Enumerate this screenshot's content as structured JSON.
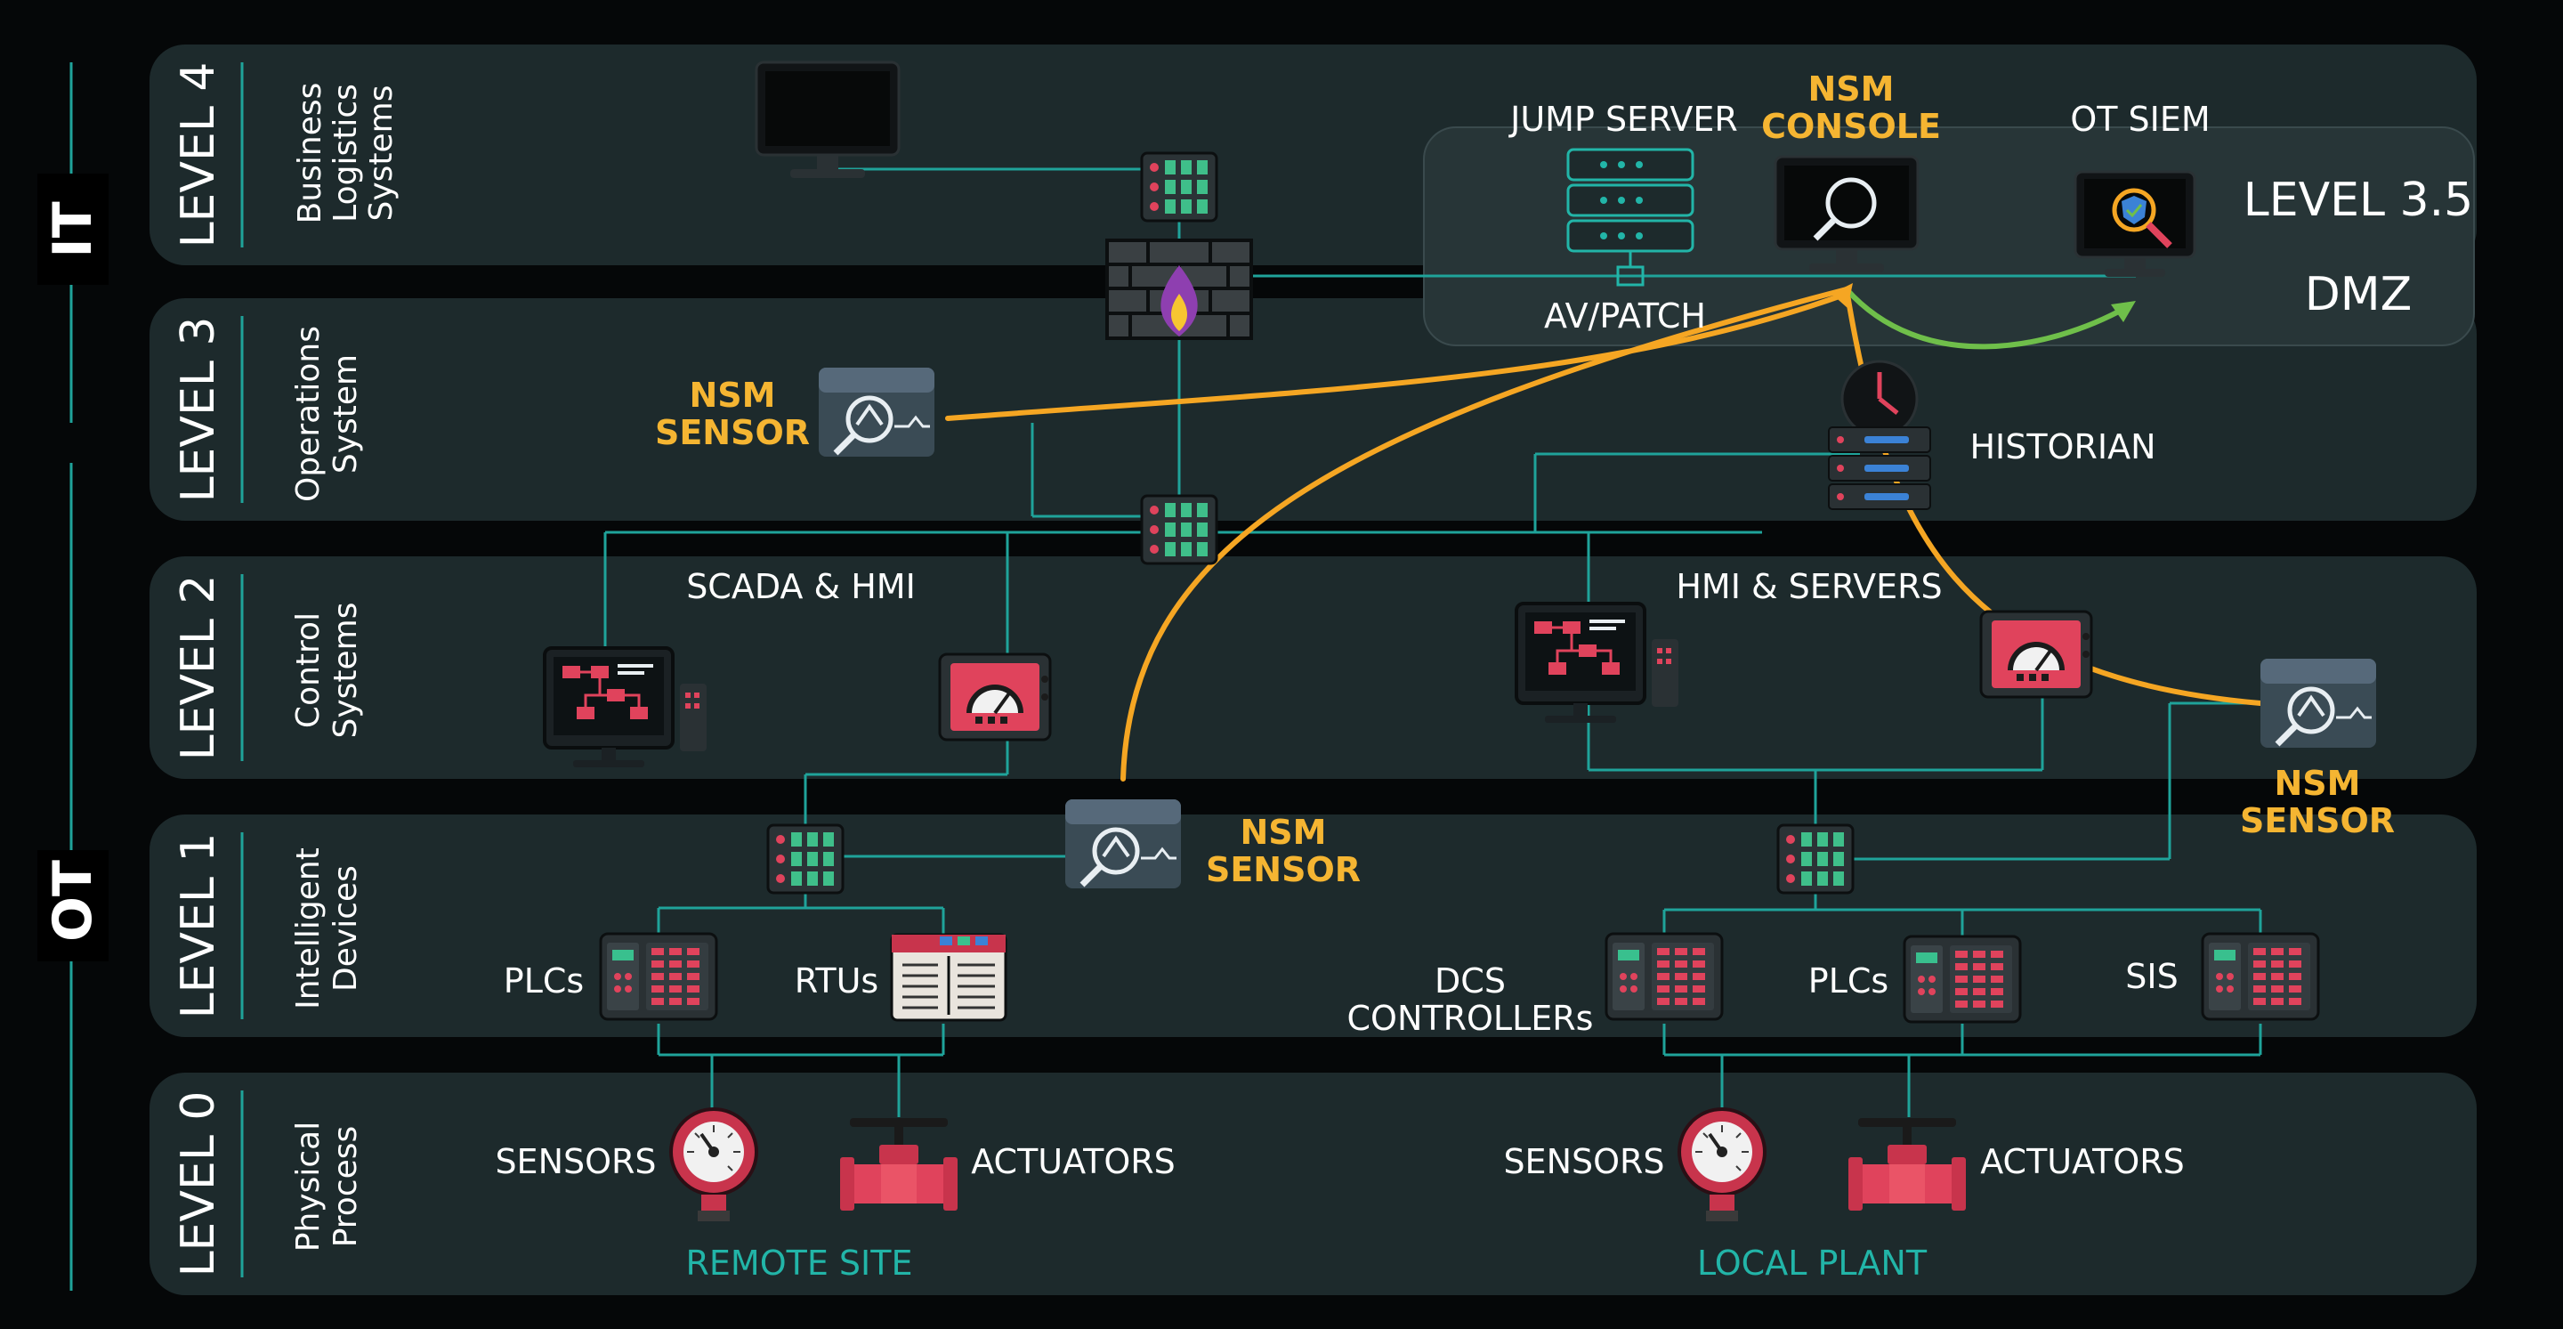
{
  "domains": {
    "it": "IT",
    "ot": "OT"
  },
  "levels": [
    {
      "id": "LEVEL 4",
      "name": [
        "Business",
        "Logistics",
        "Systems"
      ]
    },
    {
      "id": "LEVEL 3",
      "name": [
        "Operations",
        "System"
      ]
    },
    {
      "id": "LEVEL 2",
      "name": [
        "Control",
        "Systems"
      ]
    },
    {
      "id": "LEVEL 1",
      "name": [
        "Intelligent",
        "Devices"
      ]
    },
    {
      "id": "LEVEL 0",
      "name": [
        "Physical",
        "Process"
      ]
    }
  ],
  "dmz": {
    "title": "LEVEL 3.5",
    "subtitle": "DMZ",
    "jump_server": "JUMP SERVER",
    "av_patch": "AV/PATCH",
    "nsm_console": [
      "NSM",
      "CONSOLE"
    ],
    "ot_siem": "OT SIEM"
  },
  "nsm_sensor": [
    "NSM",
    "SENSOR"
  ],
  "labels": {
    "historian": "HISTORIAN",
    "scada_hmi": "SCADA & HMI",
    "hmi_servers": "HMI & SERVERS",
    "plcs": "PLCs",
    "rtus": "RTUs",
    "dcs": [
      "DCS",
      "CONTROLLERs"
    ],
    "sis": "SIS",
    "sensors": "SENSORS",
    "actuators": "ACTUATORS",
    "remote_site": "REMOTE SITE",
    "local_plant": "LOCAL PLANT"
  },
  "colors": {
    "band": "#1d2a2c",
    "wire": "#1fa39a",
    "nsm_flow": "#f5a623",
    "siem_flow": "#6fbf4a",
    "nsm_text": "#f5b532",
    "site_text": "#22b5a8"
  }
}
